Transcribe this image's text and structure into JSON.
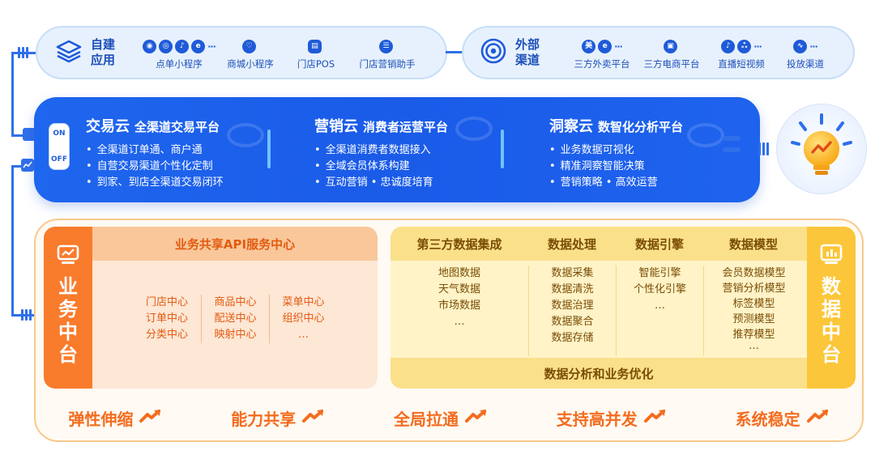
{
  "apps": {
    "self_built": {
      "title": "自建应用",
      "items": [
        {
          "label": "点单小程序",
          "icons": [
            "wechat-icon",
            "alipay-icon",
            "douyin-icon",
            "eleme-icon"
          ],
          "more": "···"
        },
        {
          "label": "商城小程序",
          "icons": [
            "mall-icon"
          ],
          "more": ""
        },
        {
          "label": "门店POS",
          "icons": [
            "pos-icon"
          ],
          "more": ""
        },
        {
          "label": "门店营销助手",
          "icons": [
            "assistant-icon"
          ],
          "more": ""
        }
      ]
    },
    "external": {
      "title": "外部渠道",
      "items": [
        {
          "label": "三方外卖平台",
          "icons": [
            "meituan-icon",
            "eleme-icon"
          ],
          "more": "···"
        },
        {
          "label": "三方电商平台",
          "icons": [
            "ecommerce-icon"
          ],
          "more": ""
        },
        {
          "label": "直播短视频",
          "icons": [
            "douyin-icon",
            "kuaishou-icon"
          ],
          "more": "···"
        },
        {
          "label": "投放渠道",
          "icons": [
            "ad-icon"
          ],
          "more": "···"
        }
      ]
    }
  },
  "clouds": [
    {
      "name": "交易云",
      "subtitle": "全渠道交易平台",
      "bullets": [
        "全渠道订单通、商户通",
        "自营交易渠道个性化定制",
        "到家、到店全渠道交易闭环"
      ]
    },
    {
      "name": "营销云",
      "subtitle": "消费者运营平台",
      "bullets": [
        "全渠道消费者数据接入",
        "全域会员体系构建",
        "互动营销 • 忠诚度培育"
      ]
    },
    {
      "name": "洞察云",
      "subtitle": "数智化分析平台",
      "bullets": [
        "业务数据可视化",
        "精准洞察智能决策",
        "营销策略 • 高效运营"
      ]
    }
  ],
  "switch": {
    "on": "ON",
    "off": "OFF"
  },
  "business": {
    "side_title": "业务中台",
    "header": "业务共享API服务中心",
    "columns": [
      [
        "门店中心",
        "订单中心",
        "分类中心"
      ],
      [
        "商品中心",
        "配送中心",
        "映射中心"
      ],
      [
        "菜单中心",
        "组织中心",
        "…"
      ]
    ]
  },
  "data_platform": {
    "side_title": "数据中台",
    "headers": [
      "第三方数据集成",
      "数据处理",
      "数据引擎",
      "数据模型"
    ],
    "columns": [
      [
        "地图数据",
        "天气数据",
        "市场数据",
        "…"
      ],
      [
        "数据采集",
        "数据清洗",
        "数据治理",
        "数据聚合",
        "数据存储"
      ],
      [
        "智能引擎",
        "个性化引擎",
        "…"
      ],
      [
        "会员数据模型",
        "营销分析模型",
        "标签模型",
        "预测模型",
        "推荐模型",
        "…"
      ]
    ],
    "footer": "数据分析和业务优化"
  },
  "features": [
    "弹性伸缩",
    "能力共享",
    "全局拉通",
    "支持高并发",
    "系统稳定"
  ],
  "colors": {
    "brand_blue": "#1f5bd8",
    "orange": "#f97b2c",
    "yellow": "#fcc63a"
  }
}
